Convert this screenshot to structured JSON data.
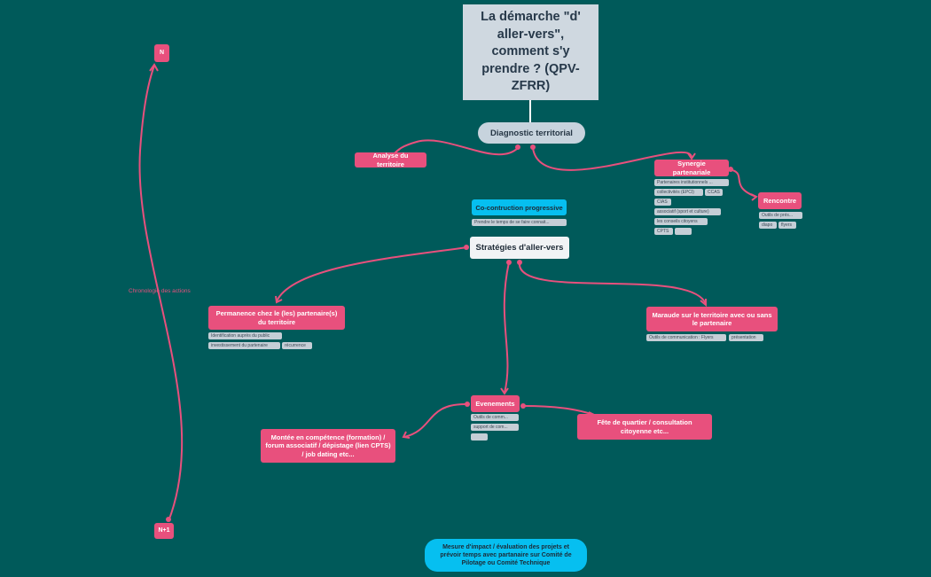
{
  "title": "La démarche \"d' aller-vers\", comment s'y prendre ? (QPV-ZFRR)",
  "title_lines": [
    "La démarche \"d'",
    "aller-vers\",",
    "comment s'y",
    "prendre ? (QPV-",
    "ZFRR)"
  ],
  "diagnostic": "Diagnostic territorial",
  "analyse": "Analyse du territoire",
  "synergie": {
    "label": "Synergie partenariale",
    "tags": [
      "Partenaires institutionnels ...",
      "collectivités (EPCI)",
      "CCAS",
      "CIAS",
      "associatif (sport et culture)",
      "les conseils citoyens",
      "CPTS",
      ""
    ]
  },
  "rencontre": {
    "label": "Rencontre",
    "tags": [
      "Outils de prés...",
      "diapo",
      "flyers"
    ]
  },
  "coconstruction": {
    "label": "Co-contruction progressive",
    "tags": [
      "Prendre le temps de se faire connait..."
    ]
  },
  "strategies": "Stratégies d'aller-vers",
  "permanence": {
    "label": "Permanence chez le (les) partenaire(s) du territoire",
    "tags": [
      "Identification auprès du public",
      "investissement du partenaire",
      "récurrence"
    ]
  },
  "maraude": {
    "label": "Maraude sur le territoire avec ou sans le partenaire",
    "tags": [
      "Outils de communication : Flyers",
      "présentation"
    ]
  },
  "evenements": {
    "label": "Evenements",
    "tags": [
      "Outils de comm...",
      "support de com...",
      ""
    ]
  },
  "montee": "Montée en compétence (formation) / forum associatif / dépistage (lien CPTS) / job dating etc...",
  "fete": "Fête de quartier / consultation citoyenne etc...",
  "mesure": "Mesure d'impact / évaluation des projets et prévoir temps avec partanaire sur Comité de Pilotage ou Comité Technique",
  "chrono": {
    "label": "Chronologie des actions",
    "top": "N",
    "bottom": "N+1"
  },
  "colors": {
    "background": "#005a5a",
    "pink": "#e8507d",
    "cyan": "#06bff0",
    "grey": "#cfd8e0"
  }
}
